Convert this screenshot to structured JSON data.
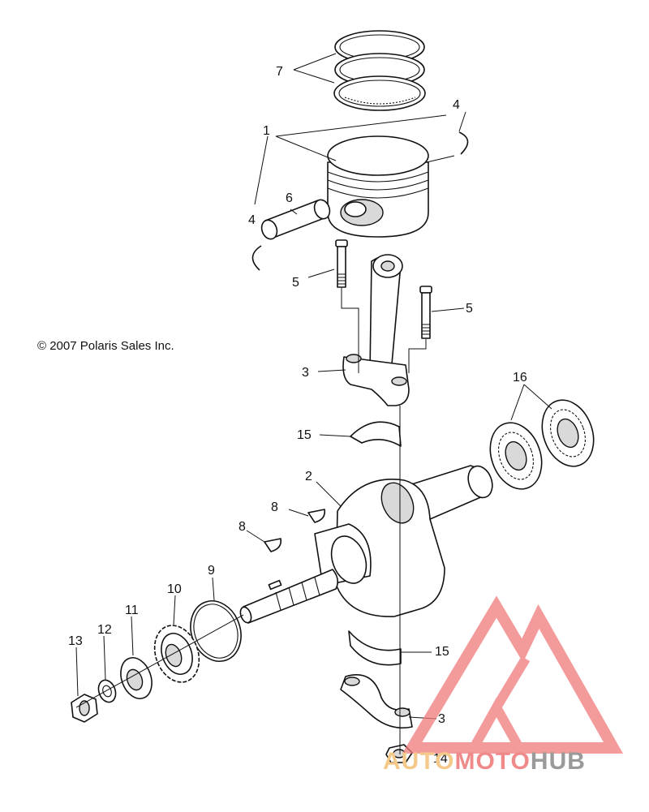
{
  "copyright": "© 2007 Polaris Sales Inc.",
  "watermark": {
    "part1": "AUTO",
    "part2": "MOTO",
    "part3": "HUB",
    "color_auto": "#f4c98a",
    "color_moto": "#f08a8a",
    "color_hub": "#9a9a9a",
    "logo_color": "#f07a7a"
  },
  "callouts": {
    "c1": "1",
    "c2": "2",
    "c3a": "3",
    "c3b": "3",
    "c4a": "4",
    "c4b": "4",
    "c5a": "5",
    "c5b": "5",
    "c6": "6",
    "c7": "7",
    "c8a": "8",
    "c8b": "8",
    "c9": "9",
    "c10": "10",
    "c11": "11",
    "c12": "12",
    "c13": "13",
    "c14": "14",
    "c15a": "15",
    "c15b": "15",
    "c16": "16"
  }
}
